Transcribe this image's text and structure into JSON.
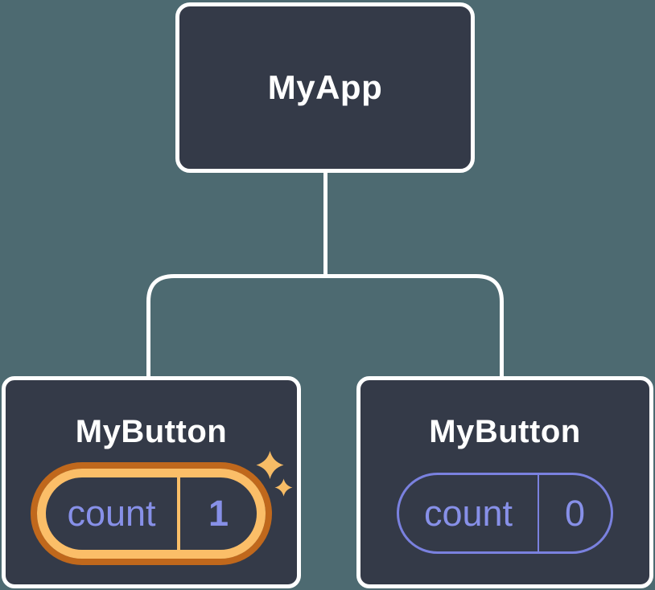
{
  "colors": {
    "background": "#4d6a71",
    "node_fill": "#343a48",
    "node_border": "#ffffff",
    "node_text": "#ffffff",
    "state_text": "#8790e8",
    "state_pill_border": "#7a81df",
    "highlight_ring_inner": "#fbbe68",
    "highlight_ring_outer": "#c0681c",
    "sparkle": "#f7bc66"
  },
  "icons": {
    "sparkle": "✦"
  },
  "tree": {
    "root": {
      "label": "MyApp"
    },
    "children": [
      {
        "label": "MyButton",
        "highlighted": true,
        "state": {
          "key": "count",
          "value": "1"
        }
      },
      {
        "label": "MyButton",
        "highlighted": false,
        "state": {
          "key": "count",
          "value": "0"
        }
      }
    ]
  }
}
